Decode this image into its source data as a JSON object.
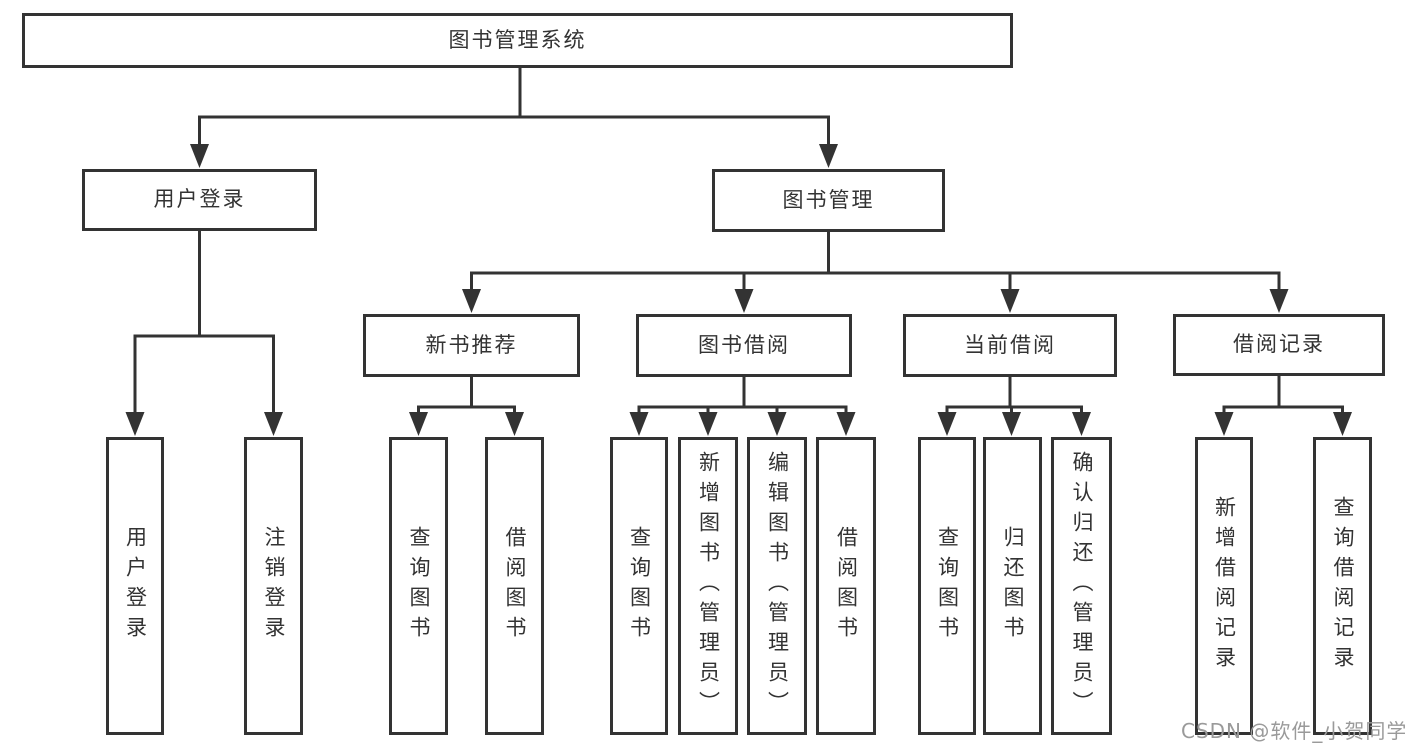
{
  "diagram": {
    "root": {
      "label": "图书管理系统"
    },
    "branches": [
      {
        "label": "用户登录",
        "children": [
          {
            "label": "用户登录"
          },
          {
            "label": "注销登录"
          }
        ]
      },
      {
        "label": "图书管理",
        "children": [
          {
            "label": "新书推荐",
            "children": [
              {
                "label": "查询图书"
              },
              {
                "label": "借阅图书"
              }
            ]
          },
          {
            "label": "图书借阅",
            "children": [
              {
                "label": "查询图书"
              },
              {
                "label": "新增图书（管理员）"
              },
              {
                "label": "编辑图书（管理员）"
              },
              {
                "label": "借阅图书"
              }
            ]
          },
          {
            "label": "当前借阅",
            "children": [
              {
                "label": "查询图书"
              },
              {
                "label": "归还图书"
              },
              {
                "label": "确认归还（管理员）"
              }
            ]
          },
          {
            "label": "借阅记录",
            "children": [
              {
                "label": "新增借阅记录"
              },
              {
                "label": "查询借阅记录"
              }
            ]
          }
        ]
      }
    ]
  },
  "watermark": {
    "text": "CSDN @软件_小贺同学"
  },
  "colors": {
    "line": "#333333",
    "box_border": "#333333",
    "box_fill": "#ffffff",
    "text": "#333333",
    "watermark": "#9a9a9a",
    "background": "#ffffff"
  }
}
